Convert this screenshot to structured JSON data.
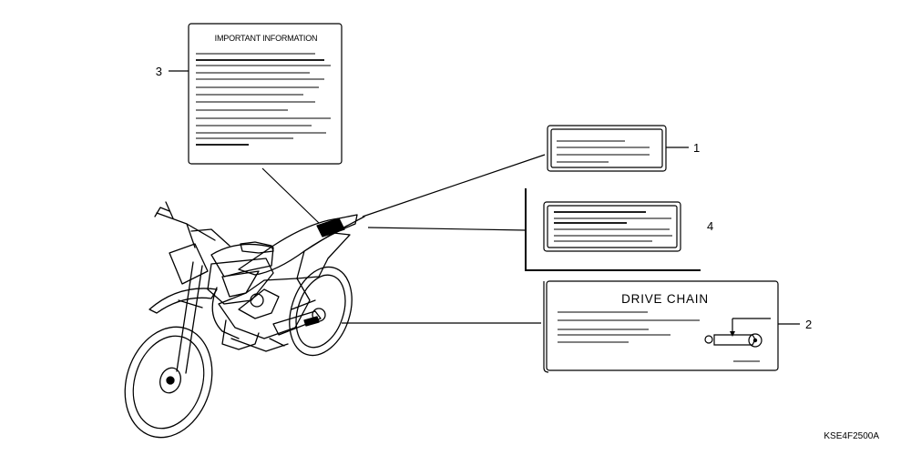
{
  "labels": {
    "important_information": {
      "callout": "3",
      "title": "IMPORTANT INFORMATION"
    },
    "label_1": {
      "callout": "1"
    },
    "label_4": {
      "callout": "4"
    },
    "drive_chain": {
      "callout": "2",
      "title": "DRIVE CHAIN"
    }
  },
  "diagram_code": "KSE4F2500A"
}
